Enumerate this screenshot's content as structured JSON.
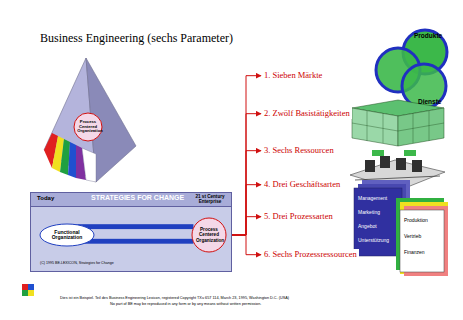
{
  "diagram": {
    "title": "Business Engineering (sechs Parameter)",
    "nodes": [
      {
        "text": [
          "Process Centered Organization"
        ]
      },
      {
        "text": [
          "1. Sieben Märkte"
        ]
      },
      {
        "text": [
          "2. Zwölf Basistätigkeiten"
        ]
      },
      {
        "text": [
          "3. Sechs Ressourcen"
        ]
      },
      {
        "text": [
          "4. Drei Geschäftsarten"
        ]
      },
      {
        "text": [
          "5. Drei Prozessarten"
        ]
      },
      {
        "text": [
          "6. Sechs Prozessressourcen"
        ]
      },
      {
        "text": [
          "Today",
          "STRATEGIES FOR CHANGE",
          "21 st Century Enterprise"
        ]
      },
      {
        "text": [
          "Functional Organization"
        ],
        "in": 7
      },
      {
        "text": [
          "Process Centered Organization"
        ],
        "in": 7
      }
    ],
    "edges": [
      {
        "from": 9,
        "to": 1,
        "arrow": "to"
      },
      {
        "from": 9,
        "to": 2,
        "arrow": "to"
      },
      {
        "from": 9,
        "to": 3,
        "arrow": "to"
      },
      {
        "from": 9,
        "to": 4,
        "arrow": "to"
      },
      {
        "from": 9,
        "to": 5,
        "arrow": "to"
      },
      {
        "from": 9,
        "to": 6,
        "arrow": "to"
      }
    ],
    "labels": [
      "Produkte",
      "Dienste",
      "Management",
      "Marketing",
      "Angebot",
      "Unterstützung",
      "Produktion",
      "Vertrieb",
      "Finanzen",
      "(C) 1995 BE-LEXICON, Strategies for Change",
      "Dies ist ein Beispiel. Teil des Business Engineering Lexicon, registered Copyright TXu 657 114, March 23, 1995, Washington D.C. (USA)",
      "No part of BE may be reproduced in any form or by any means without written permission."
    ]
  }
}
